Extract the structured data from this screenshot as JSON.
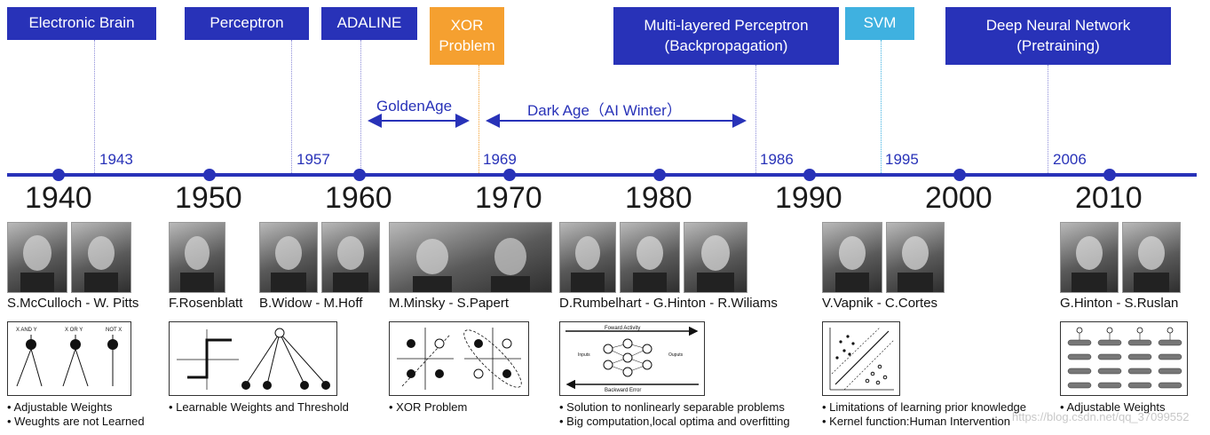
{
  "top_boxes": [
    {
      "id": "electronic-brain",
      "label": "Electronic Brain",
      "color": "#2832b8"
    },
    {
      "id": "perceptron",
      "label": "Perceptron",
      "color": "#2832b8"
    },
    {
      "id": "adaline",
      "label": "ADALINE",
      "color": "#2832b8"
    },
    {
      "id": "xor",
      "label": "XOR\nProblem",
      "color": "#f5a030"
    },
    {
      "id": "mlp",
      "label": "Multi-layered Perceptron\n(Backpropagation)",
      "color": "#2832b8"
    },
    {
      "id": "svm",
      "label": "SVM",
      "color": "#3fb1e0"
    },
    {
      "id": "dnn",
      "label": "Deep Neural Network\n(Pretraining)",
      "color": "#2832b8"
    }
  ],
  "eras": {
    "golden": "GoldenAge",
    "dark": "Dark Age（AI Winter）"
  },
  "event_years": [
    "1943",
    "1957",
    "1969",
    "1986",
    "1995",
    "2006"
  ],
  "decades": [
    "1940",
    "1950",
    "1960",
    "1970",
    "1980",
    "1990",
    "2000",
    "2010"
  ],
  "groups": [
    {
      "names": "S.McCulloch - W. Pitts",
      "bullets": [
        "• Adjustable Weights",
        "• Weughts are not Learned"
      ]
    },
    {
      "names": "F.Rosenblatt",
      "bullets": [
        "• Learnable Weights and Threshold"
      ]
    },
    {
      "names": "B.Widow - M.Hoff",
      "bullets": []
    },
    {
      "names": "M.Minsky - S.Papert",
      "bullets": [
        "• XOR Problem"
      ]
    },
    {
      "names": "D.Rumbelhart - G.Hinton - R.Wiliams",
      "bullets": [
        "• Solution to nonlinearly separable problems",
        "• Big computation,local optima and overfitting"
      ]
    },
    {
      "names": "V.Vapnik - C.Cortes",
      "bullets": [
        "• Limitations of learning prior knowledge",
        "• Kernel function:Human Intervention"
      ]
    },
    {
      "names": "G.Hinton - S.Ruslan",
      "bullets": [
        "• Adjustable Weights"
      ]
    }
  ],
  "figure_text": {
    "logic_labels": [
      "X AND Y",
      "X OR Y",
      "NOT X"
    ],
    "bp_forward": "Foward Activity",
    "bp_backward": "Backward Error",
    "bp_inputs": "Inputs",
    "bp_outputs": "Ouputs"
  },
  "watermark": "https://blog.csdn.net/qq_37099552"
}
